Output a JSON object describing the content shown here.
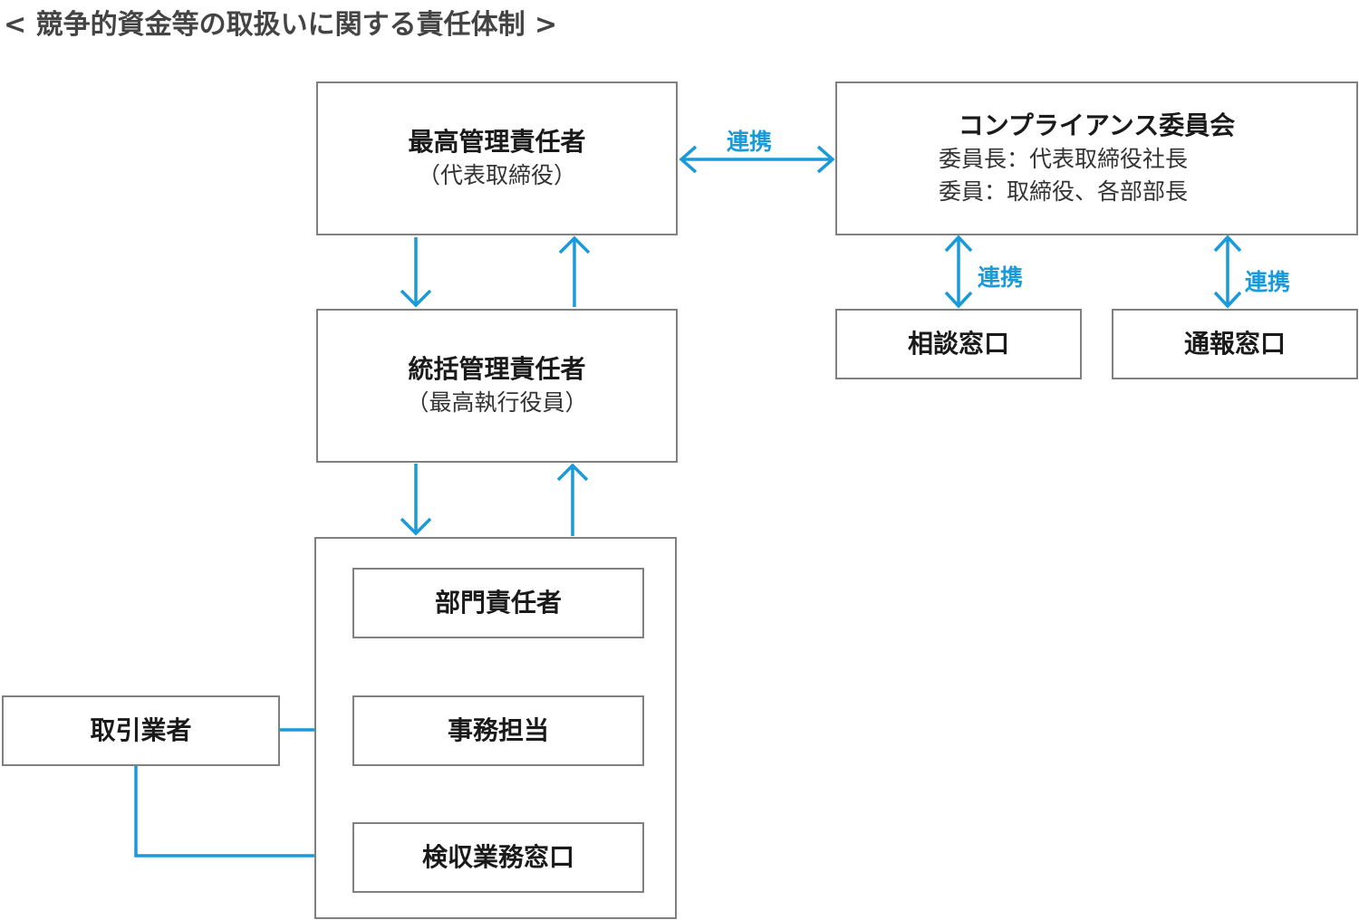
{
  "title": "< 競争的資金等の取扱いに関する責任体制 >",
  "colors": {
    "connector": "#1a9ad9",
    "box_border": "#808080"
  },
  "nodes": {
    "supreme": {
      "name": "最高管理責任者",
      "sub": "（代表取締役）"
    },
    "general": {
      "name": "統括管理責任者",
      "sub": "（最高執行役員）"
    },
    "department": {
      "name": "部門責任者"
    },
    "office": {
      "name": "事務担当"
    },
    "inspection": {
      "name": "検収業務窓口"
    },
    "vendor": {
      "name": "取引業者"
    },
    "compliance": {
      "name": "コンプライアンス委員会",
      "chair": "委員長：代表取締役社長",
      "members": "委員：取締役、各部部長"
    },
    "consult": {
      "name": "相談窓口"
    },
    "report": {
      "name": "通報窓口"
    }
  },
  "link_labels": {
    "supreme_compliance": "連携",
    "compliance_consult": "連携",
    "compliance_report": "連携"
  }
}
